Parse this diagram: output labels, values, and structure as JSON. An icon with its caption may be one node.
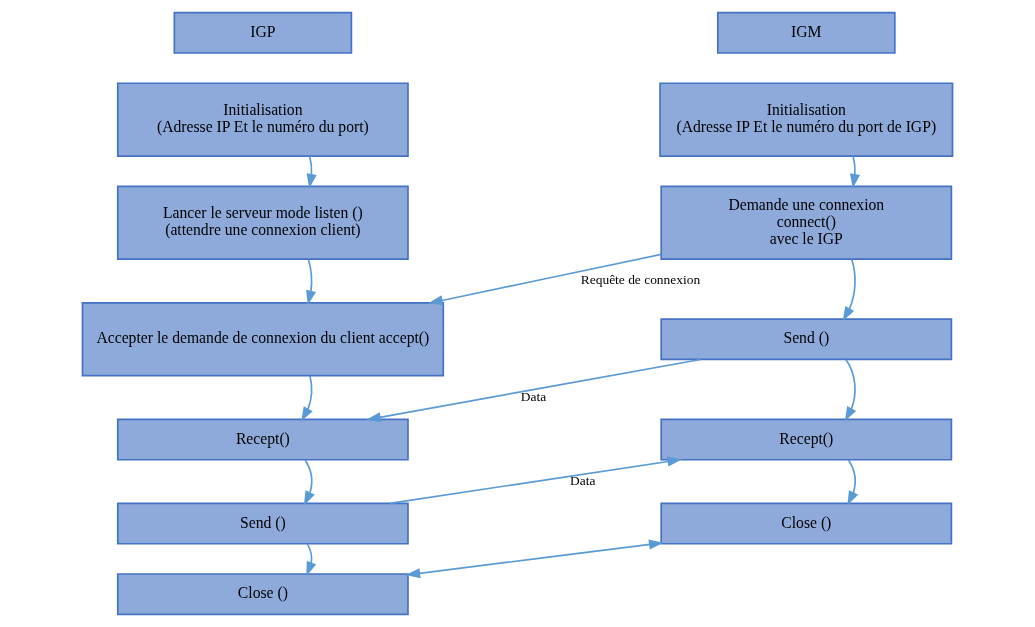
{
  "diagram": {
    "nodes": [
      {
        "text": [
          "IGP"
        ]
      },
      {
        "text": [
          "Initialisation",
          "(Adresse IP Et le numéro du port)"
        ]
      },
      {
        "text": [
          "Lancer le serveur mode listen ()",
          "(attendre une connexion client)"
        ]
      },
      {
        "text": [
          "Accepter le demande de connexion du client accept()"
        ]
      },
      {
        "text": [
          "Recept()"
        ]
      },
      {
        "text": [
          "Send ()"
        ]
      },
      {
        "text": [
          "Close ()"
        ]
      },
      {
        "text": [
          "IGM"
        ]
      },
      {
        "text": [
          "Initialisation",
          "(Adresse IP Et le numéro du port de IGP)"
        ]
      },
      {
        "text": [
          "Demande une connexion",
          "connect()",
          "avec le IGP"
        ]
      },
      {
        "text": [
          "Send ()"
        ]
      },
      {
        "text": [
          "Recept()"
        ]
      },
      {
        "text": [
          "Close ()"
        ]
      }
    ],
    "edges": [
      {
        "from": 1,
        "to": 2,
        "arrow": "to"
      },
      {
        "from": 2,
        "to": 3,
        "arrow": "to"
      },
      {
        "from": 3,
        "to": 4,
        "arrow": "to"
      },
      {
        "from": 4,
        "to": 5,
        "arrow": "to"
      },
      {
        "from": 5,
        "to": 6,
        "arrow": "to"
      },
      {
        "from": 8,
        "to": 9,
        "arrow": "to"
      },
      {
        "from": 9,
        "to": 3,
        "arrow": "to",
        "label": "Requête de connexion"
      },
      {
        "from": 10,
        "to": 4,
        "arrow": "to",
        "label": "Data"
      },
      {
        "from": 5,
        "to": 11,
        "arrow": "to",
        "label": "Data"
      },
      {
        "from": 6,
        "to": 12,
        "arrow": "both"
      },
      {
        "from": 9,
        "to": 10,
        "arrow": "to"
      },
      {
        "from": 10,
        "to": 11,
        "arrow": "to"
      },
      {
        "from": 11,
        "to": 12,
        "arrow": "to"
      }
    ]
  }
}
